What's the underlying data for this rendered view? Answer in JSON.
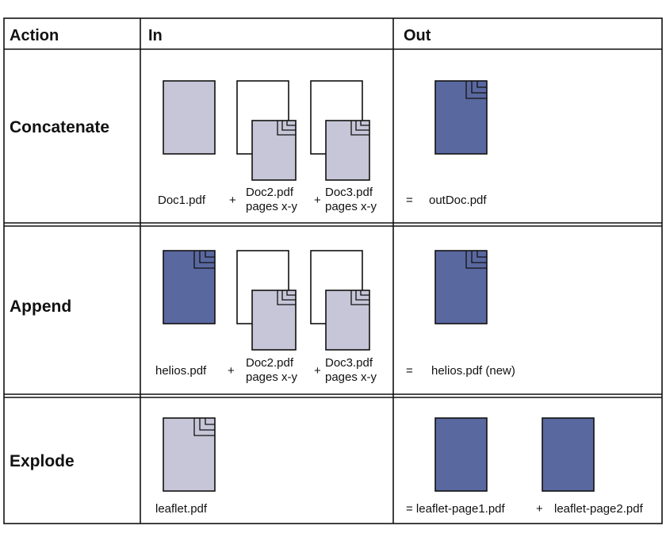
{
  "header": {
    "action": "Action",
    "in": "In",
    "out": "Out"
  },
  "rows": [
    {
      "action": "Concatenate",
      "in_labels": [
        "Doc1.pdf",
        "+",
        "Doc2.pdf",
        "pages x-y",
        "+",
        "Doc3.pdf",
        "pages x-y"
      ],
      "out_labels": [
        "=",
        "outDoc.pdf"
      ]
    },
    {
      "action": "Append",
      "in_labels": [
        "helios.pdf",
        "+",
        "Doc2.pdf",
        "pages x-y",
        "+",
        "Doc3.pdf",
        "pages x-y"
      ],
      "out_labels": [
        "=",
        "helios.pdf (new)"
      ]
    },
    {
      "action": "Explode",
      "in_labels": [
        "leaflet.pdf"
      ],
      "out_labels": [
        "= leaflet-page1.pdf",
        "+",
        "leaflet-page2.pdf"
      ]
    }
  ],
  "colors": {
    "light_page": "#c6c6d8",
    "dark_page": "#5a68a0",
    "border": "#111111"
  },
  "icons": {
    "document": "document-icon",
    "multipage_document": "multipage-document-icon"
  }
}
